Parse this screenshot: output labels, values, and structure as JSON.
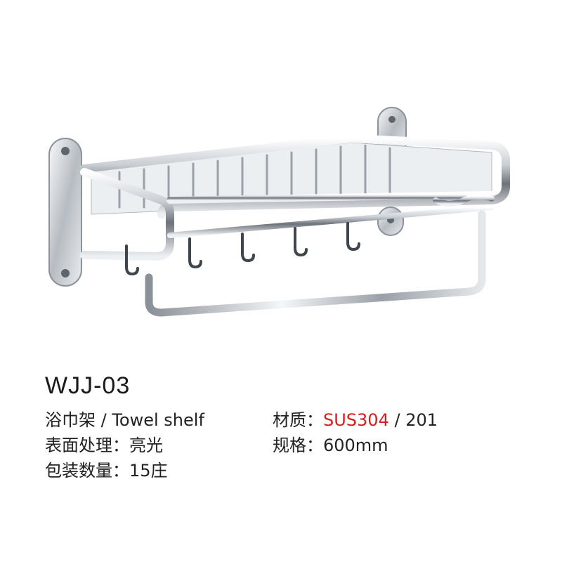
{
  "product": {
    "image_alt": "Towel shelf",
    "model": "WJJ-03",
    "name_label": "浴巾架 / Towel shelf",
    "finish_label": "表面处理：亮光",
    "package_label": "包装数量：15庄",
    "material_prefix": "材质：",
    "material_primary": "SUS304",
    "material_secondary": " / 201",
    "size_label": "规格：600mm"
  },
  "colors": {
    "accent": "#d21f1f",
    "text": "#222222",
    "chrome_light": "#f4f6f8",
    "chrome_dark": "#6d737a"
  }
}
